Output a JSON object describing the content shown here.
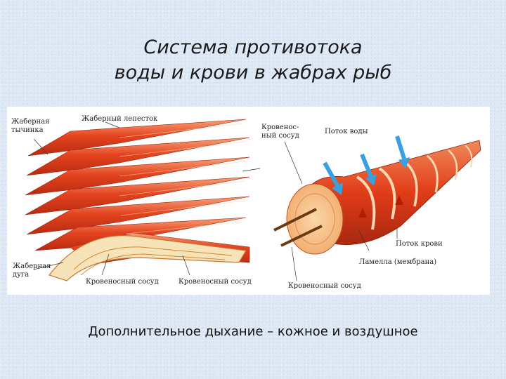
{
  "title": {
    "line1": "Система противотока",
    "line2": "воды и крови в жабрах рыб"
  },
  "diagram": {
    "labels": {
      "gill_raker_1": "Жаберная",
      "gill_raker_2": "тычинка",
      "gill_filament": "Жаберный лепесток",
      "gill_arch_1": "Жаберная",
      "gill_arch_2": "дуга",
      "blood_vessel_left": "Кровеносный сосуд",
      "blood_vessel_mid": "Кровеносный сосуд",
      "blood_vessel_top_1": "Кровенос-",
      "blood_vessel_top_2": "ный сосуд",
      "water_flow": "Поток воды",
      "blood_flow": "Поток крови",
      "lamella": "Ламелла (мембрана)",
      "blood_vessel_bottom": "Кровеносный сосуд"
    },
    "colors": {
      "tissue": "#e0401d",
      "tissue_light": "#f2a070",
      "arch": "#f7e3b8",
      "water_arrow": "#3aa0e0"
    }
  },
  "caption": "Дополнительное дыхание – кожное и воздушное"
}
